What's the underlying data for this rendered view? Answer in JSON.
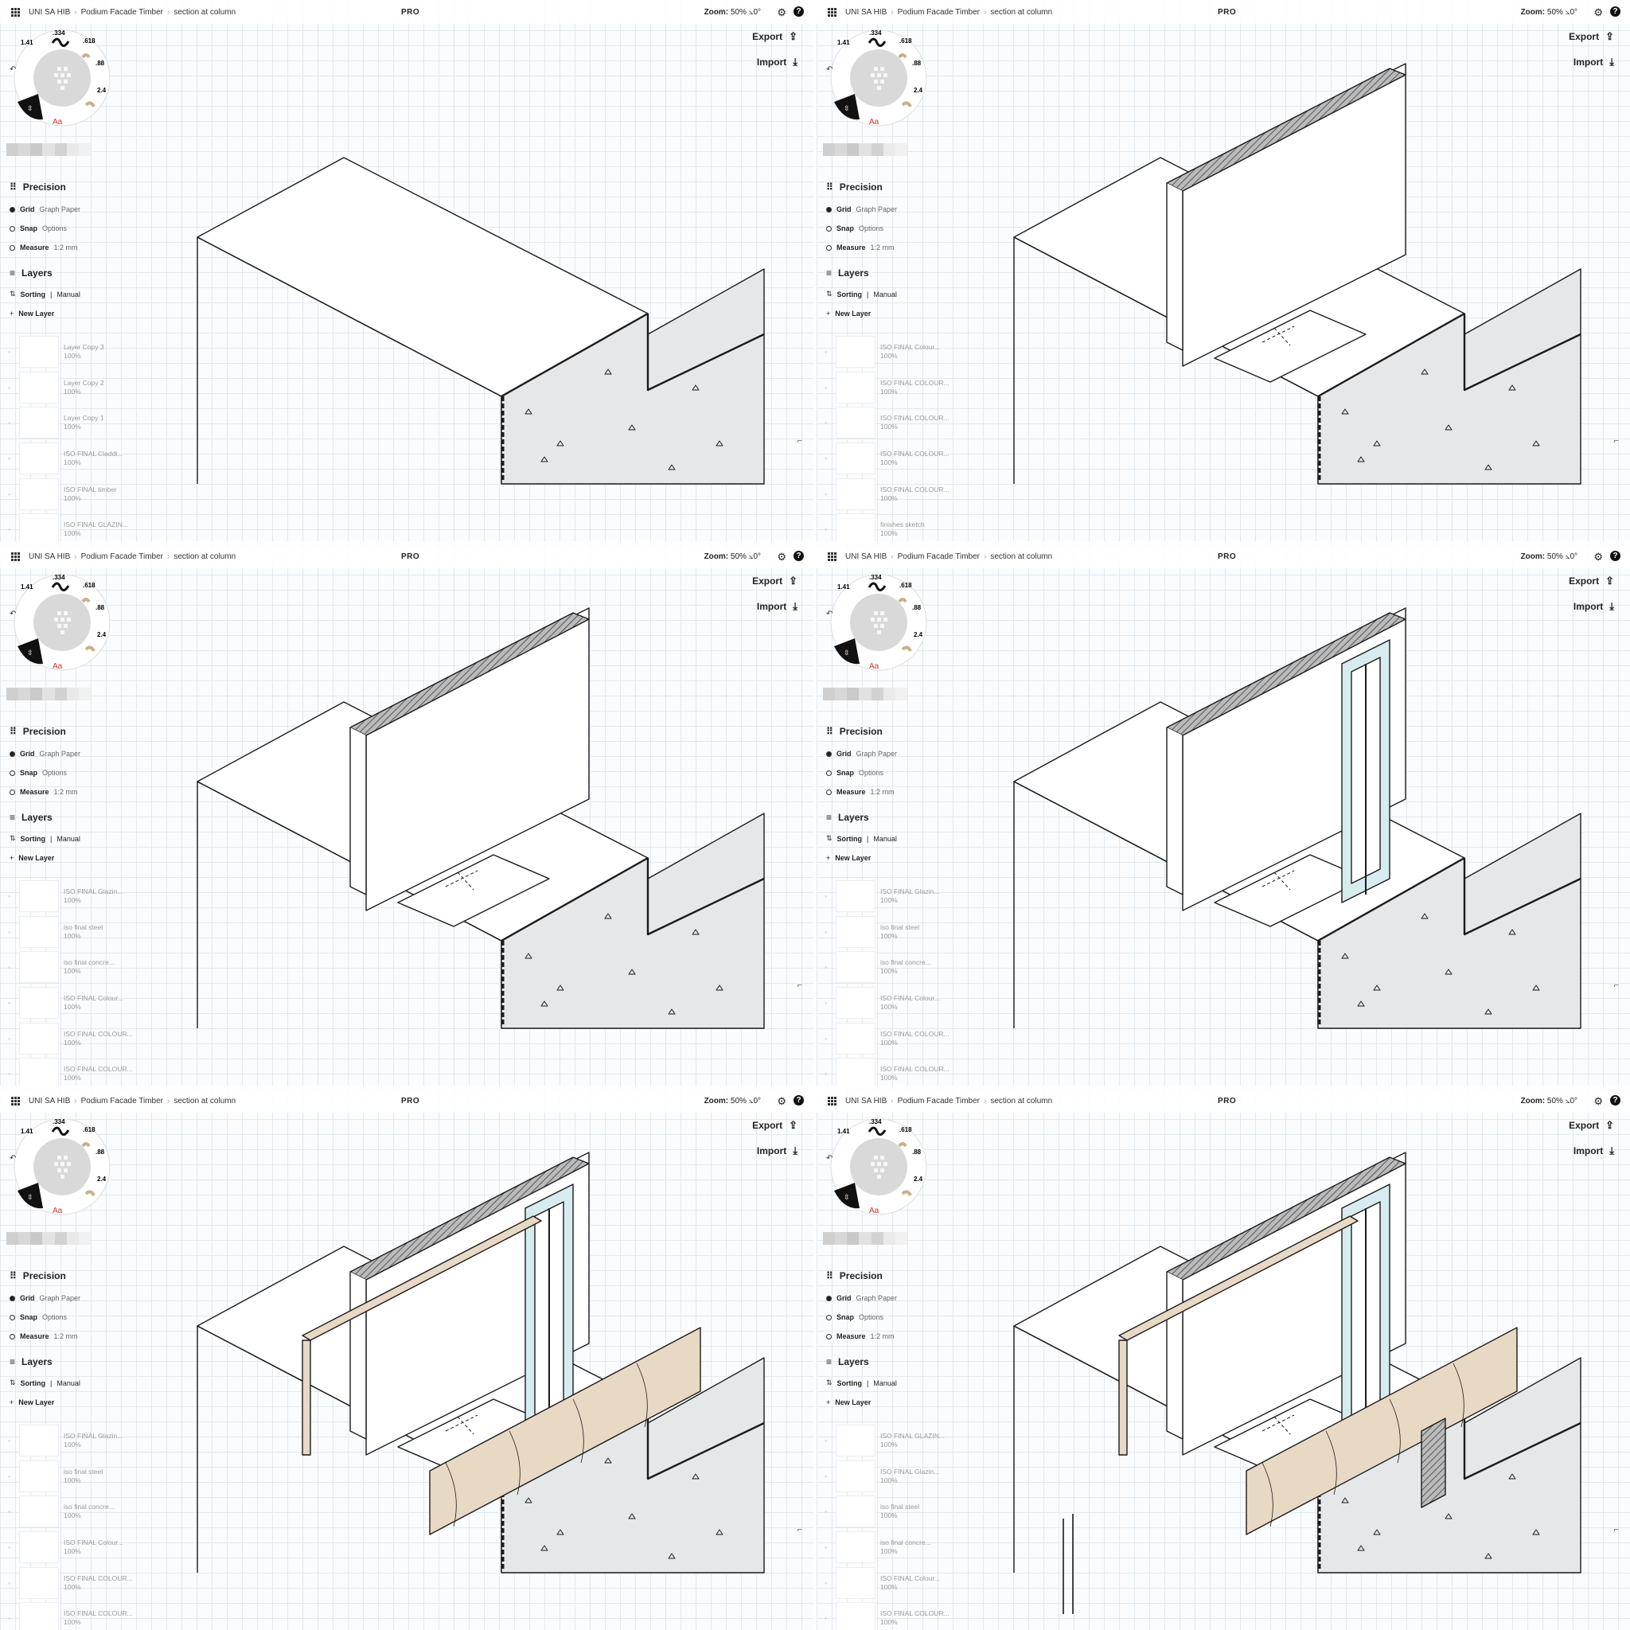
{
  "topbar": {
    "crumb1": "UNI SA HIB",
    "crumb2": "Podium Facade Timber",
    "crumb3": "section at column",
    "pro": "PRO",
    "zoom_label": "Zoom:",
    "zoom_value": "50%",
    "rotation": "0°"
  },
  "actions": {
    "export": "Export",
    "import": "Import"
  },
  "wheel": {
    "ticks": [
      ".334",
      ".618",
      ".88",
      "2.4",
      "1.41"
    ]
  },
  "precision": {
    "title": "Precision",
    "grid_label": "Grid",
    "grid_value": "Graph Paper",
    "snap_label": "Snap",
    "snap_value": "Options",
    "measure_label": "Measure",
    "measure_value": "1:2 mm"
  },
  "layers_panel": {
    "title": "Layers",
    "sorting_label": "Sorting",
    "sorting_value": "Manual",
    "new_layer": "New Layer"
  },
  "panels": [
    {
      "layers": [
        {
          "name": "Layer Copy 3",
          "opacity": "100%"
        },
        {
          "name": "Layer Copy 2",
          "opacity": "100%"
        },
        {
          "name": "Layer Copy 1",
          "opacity": "100%"
        },
        {
          "name": "ISO FINAL Claddi...",
          "opacity": "100%"
        },
        {
          "name": "ISO FINAL timber",
          "opacity": "100%"
        },
        {
          "name": "ISO FINAL GLAZIN...",
          "opacity": "100%"
        }
      ]
    },
    {
      "layers": [
        {
          "name": "ISO FINAL Colour...",
          "opacity": "100%"
        },
        {
          "name": "ISO FINAL COLOUR...",
          "opacity": "100%"
        },
        {
          "name": "ISO FINAL COLOUR...",
          "opacity": "100%"
        },
        {
          "name": "ISO FINAL COLOUR...",
          "opacity": "100%"
        },
        {
          "name": "ISO FINAL COLOUR...",
          "opacity": "100%"
        },
        {
          "name": "finishes sketch",
          "opacity": "100%"
        }
      ]
    },
    {
      "layers": [
        {
          "name": "ISO FINAL Glazin...",
          "opacity": "100%"
        },
        {
          "name": "iso final steel",
          "opacity": "100%"
        },
        {
          "name": "iso final concre...",
          "opacity": "100%"
        },
        {
          "name": "ISO FINAL Colour...",
          "opacity": "100%"
        },
        {
          "name": "ISO FINAL COLOUR...",
          "opacity": "100%"
        },
        {
          "name": "ISO FINAL COLOUR...",
          "opacity": "100%"
        }
      ]
    },
    {
      "layers": [
        {
          "name": "ISO FINAL Glazin...",
          "opacity": "100%"
        },
        {
          "name": "iso final steel",
          "opacity": "100%"
        },
        {
          "name": "iso final concre...",
          "opacity": "100%"
        },
        {
          "name": "ISO FINAL Colour...",
          "opacity": "100%"
        },
        {
          "name": "ISO FINAL COLOUR...",
          "opacity": "100%"
        },
        {
          "name": "ISO FINAL COLOUR...",
          "opacity": "100%"
        }
      ]
    },
    {
      "layers": [
        {
          "name": "ISO FINAL Glazin...",
          "opacity": "100%"
        },
        {
          "name": "iso final steel",
          "opacity": "100%"
        },
        {
          "name": "iso final concre...",
          "opacity": "100%"
        },
        {
          "name": "ISO FINAL Colour...",
          "opacity": "100%"
        },
        {
          "name": "ISO FINAL COLOUR...",
          "opacity": "100%"
        },
        {
          "name": "ISO FINAL COLOUR...",
          "opacity": "100%"
        }
      ]
    },
    {
      "layers": [
        {
          "name": "ISO FINAL GLAZIN...",
          "opacity": "100%"
        },
        {
          "name": "ISO FINAL Glazin...",
          "opacity": "100%"
        },
        {
          "name": "iso final steel",
          "opacity": "100%"
        },
        {
          "name": "iso final concre...",
          "opacity": "100%"
        },
        {
          "name": "ISO FINAL Colour...",
          "opacity": "100%"
        },
        {
          "name": "ISO FINAL COLOUR...",
          "opacity": "100%"
        }
      ]
    }
  ],
  "colors": {
    "timber": "#e7d9c4",
    "concrete": "#e6e7e9",
    "glazing": "#d7ecef",
    "grid": "#e3e9ee",
    "ink": "#1b1b1b"
  }
}
